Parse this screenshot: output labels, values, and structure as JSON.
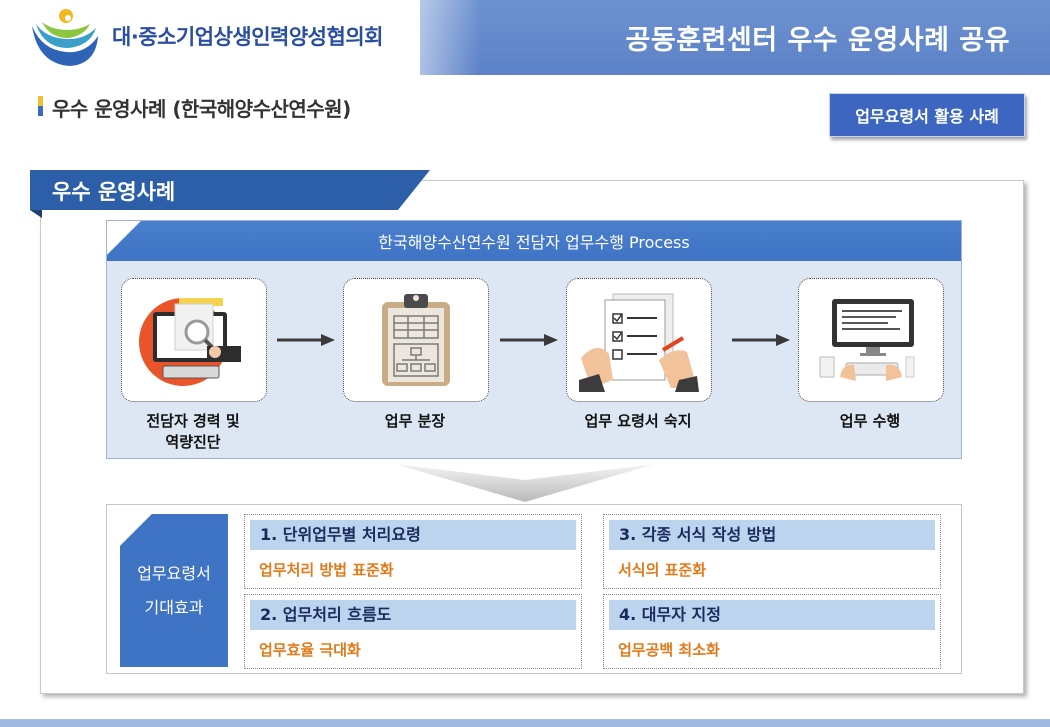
{
  "header": {
    "org_name": "대·중소기업상생인력양성협의회",
    "title": "공동훈련센터 우수 운영사례 공유"
  },
  "section": {
    "title": "우수 운영사례 (한국해양수산연수원)",
    "tag_button": "업무요령서 활용 사례"
  },
  "panel": {
    "tab_title": "우수 운영사례",
    "process_title": "한국해양수산연수원 전담자 업무수행 Process",
    "steps": [
      {
        "label_line1": "전담자 경력 및",
        "label_line2": "역량진단",
        "icon": "diagnosis-monitor-icon"
      },
      {
        "label_line1": "업무 분장",
        "label_line2": "",
        "icon": "clipboard-org-chart-icon"
      },
      {
        "label_line1": "업무 요령서 숙지",
        "label_line2": "",
        "icon": "checklist-document-icon"
      },
      {
        "label_line1": "업무 수행",
        "label_line2": "",
        "icon": "computer-typing-icon"
      }
    ]
  },
  "effects": {
    "tag_line1": "업무요령서",
    "tag_line2": "기대효과",
    "items": [
      {
        "title": "1. 단위업무별 처리요령",
        "desc": "업무처리 방법 표준화"
      },
      {
        "title": "2. 업무처리 흐름도",
        "desc": "업무효율 극대화"
      },
      {
        "title": "3. 각종 서식 작성 방법",
        "desc": "서식의 표준화"
      },
      {
        "title": "4. 대무자 지정",
        "desc": "업무공백 최소화"
      }
    ]
  },
  "colors": {
    "header_blue": "#5b81c7",
    "panel_blue": "#3f73c3",
    "accent_orange": "#e07a1a"
  }
}
